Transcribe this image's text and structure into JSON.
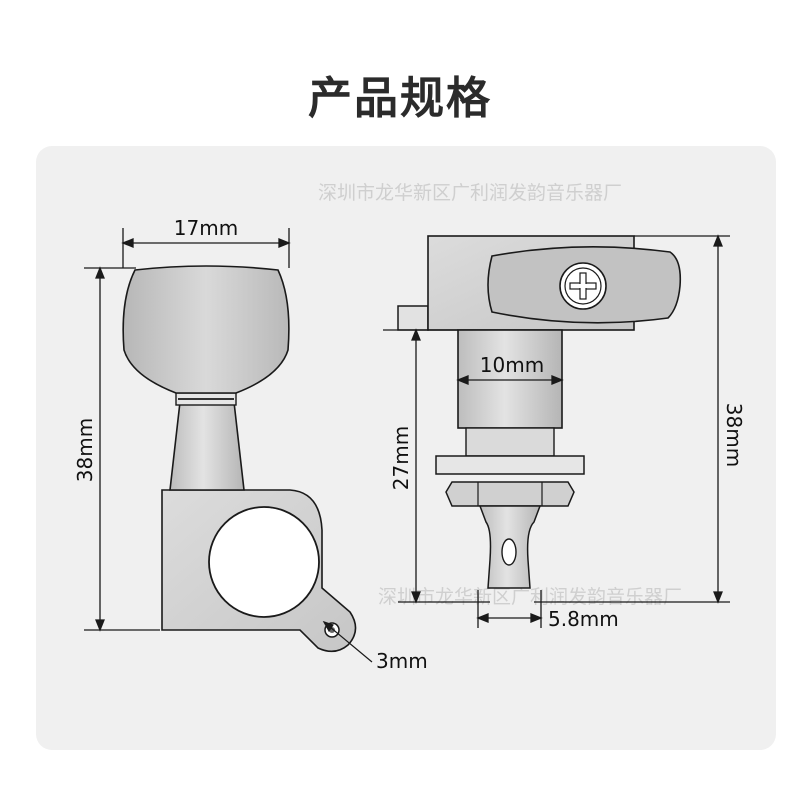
{
  "title": "产品规格",
  "watermark": "深圳市龙华新区广利润发韵音乐器厂",
  "dimensions": {
    "left_width": "17mm",
    "left_height": "38mm",
    "hole": "3mm",
    "shaft_width": "10mm",
    "shaft_height": "27mm",
    "right_height": "38mm",
    "post_width": "5.8mm"
  },
  "colors": {
    "panel": "#f0f0f0",
    "metal": "#d4d4d4",
    "metal_dark": "#b8b8b8",
    "button": "#c9c9c9",
    "outline": "#1a1a1a",
    "white": "#ffffff"
  }
}
